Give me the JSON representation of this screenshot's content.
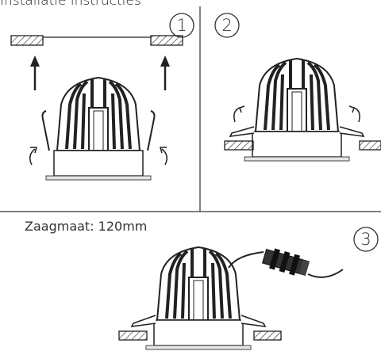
{
  "title": "Installatie instructies",
  "cut_size_label": "Zaagmaat: 120mm",
  "steps": [
    {
      "number": "1"
    },
    {
      "number": "2"
    },
    {
      "number": "3"
    }
  ]
}
